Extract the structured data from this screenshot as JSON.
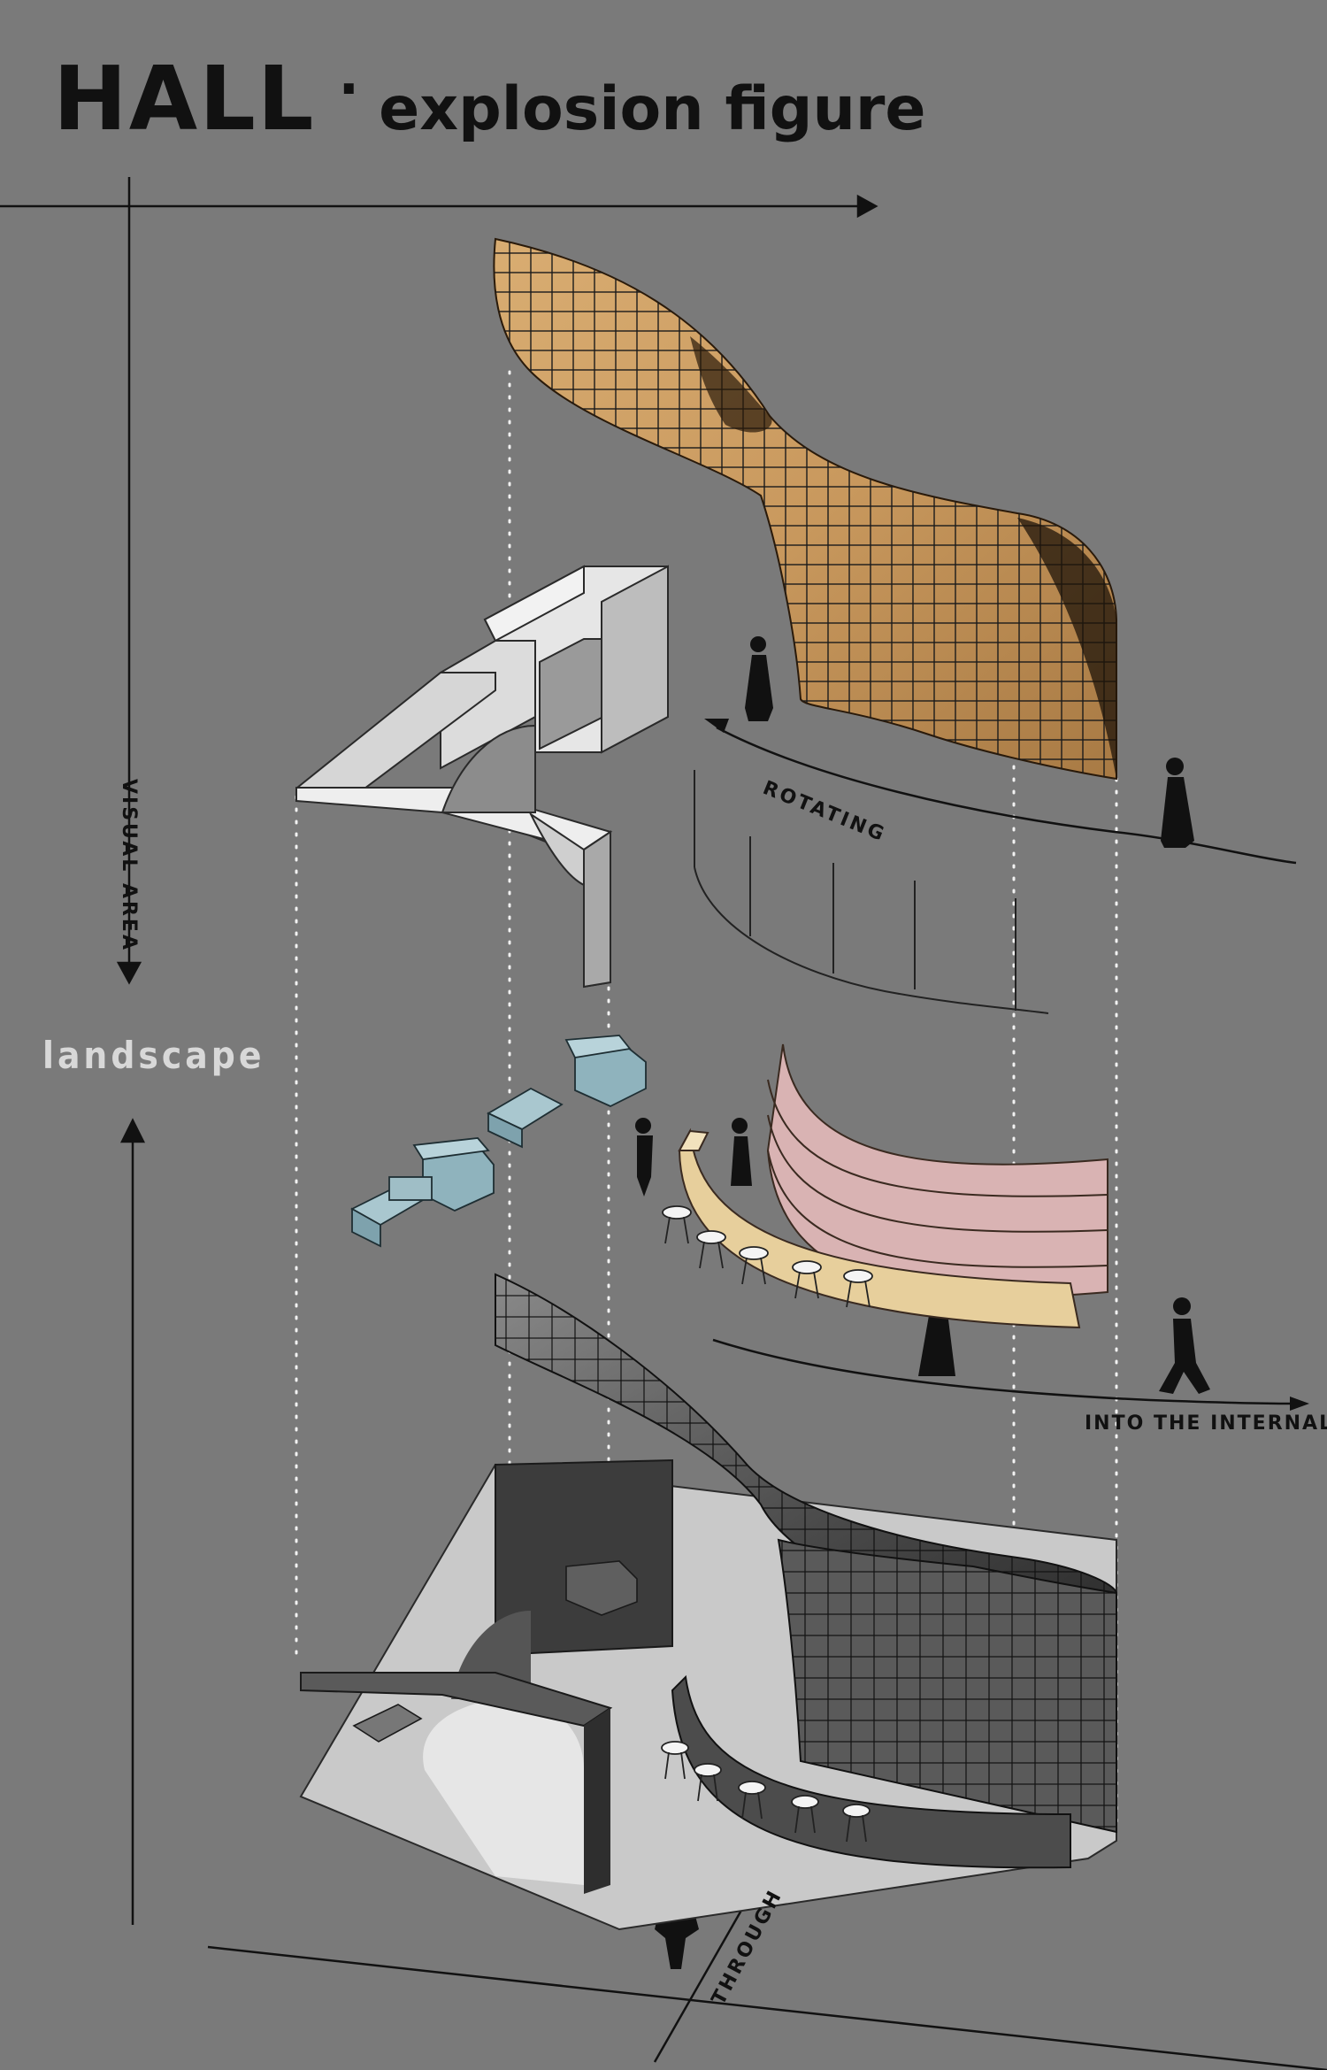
{
  "title": {
    "main": "HALL",
    "separator": "·",
    "sub": "explosion figure"
  },
  "labels": {
    "visual_area": "VISUAL AREA",
    "landscape": "landscape",
    "rotating": "ROTATING",
    "into_internal": "INTO THE INTERNAL",
    "through": "THROUGH"
  },
  "colors": {
    "background": "#7a7a7a",
    "ink": "#111111",
    "wood_shell": "#c9995e",
    "arch_wall": "#d8d8d8",
    "sofa": "#8fb3bd",
    "counter_cream": "#e7cf9c",
    "counter_pink": "#d9b3b3",
    "assembled_dark": "#3a3a3a",
    "floor": "#cfcfcf"
  }
}
